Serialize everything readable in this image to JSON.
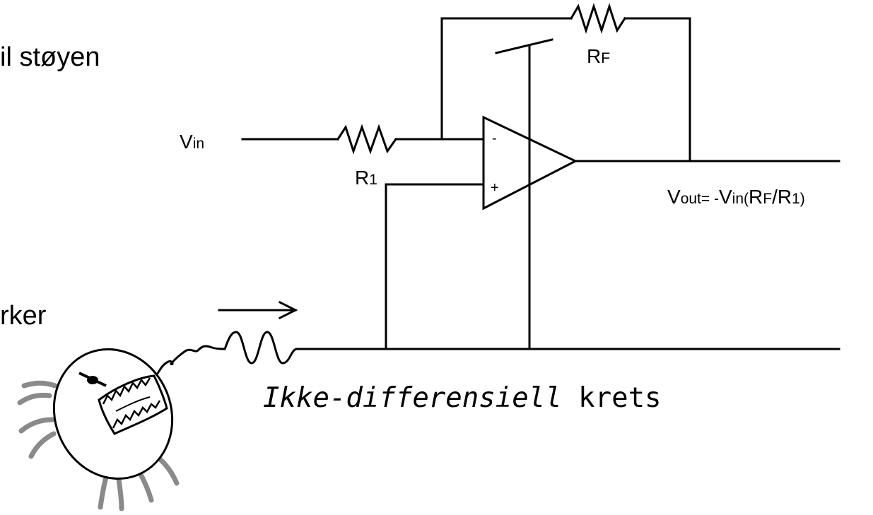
{
  "side_text": {
    "line1": "il støyen",
    "line2": "rker"
  },
  "labels": {
    "vin": {
      "main": "V",
      "sub": "in"
    },
    "r1": {
      "main": "R",
      "sub": "1"
    },
    "rf": {
      "main": "R",
      "sub": "F"
    },
    "vout": {
      "v1": "V",
      "s1": "out= -",
      "v2": "V",
      "s2": "in(",
      "r1": "R",
      "s3": "F",
      "slash": "/",
      "r2": "R",
      "s4": "1)"
    },
    "opamp_minus": "-",
    "opamp_plus": "+"
  },
  "caption": {
    "italic_part": "Ikke-differensiell",
    "normal_part": "krets"
  }
}
